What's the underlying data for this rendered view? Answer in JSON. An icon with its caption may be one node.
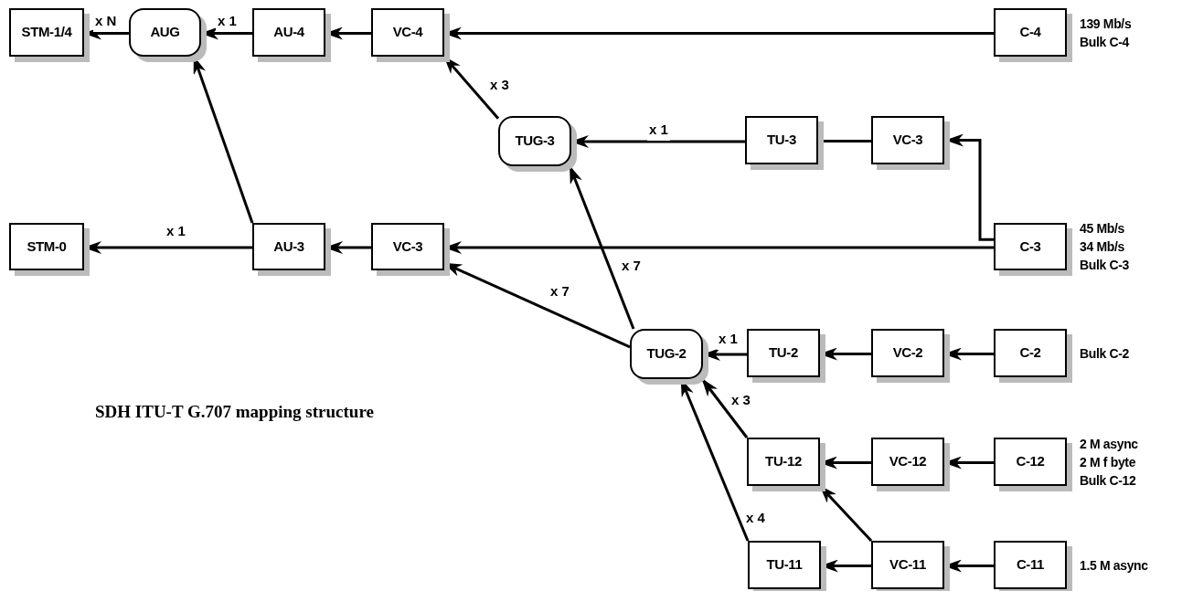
{
  "diagram": {
    "title": "SDH ITU-T G.707 mapping structure",
    "nodes": [
      {
        "text": [
          "STM-1/4"
        ]
      },
      {
        "text": [
          "AUG"
        ]
      },
      {
        "text": [
          "AU-4"
        ]
      },
      {
        "text": [
          "VC-4"
        ]
      },
      {
        "text": [
          "C-4"
        ],
        "beside": [
          "139 Mb/s",
          "Bulk C-4"
        ]
      },
      {
        "text": [
          "TUG-3"
        ]
      },
      {
        "text": [
          "TU-3"
        ]
      },
      {
        "text": [
          "VC-3"
        ]
      },
      {
        "text": [
          "STM-0"
        ]
      },
      {
        "text": [
          "AU-3"
        ]
      },
      {
        "text": [
          "VC-3"
        ]
      },
      {
        "text": [
          "C-3"
        ],
        "beside": [
          "45 Mb/s",
          "34 Mb/s",
          "Bulk C-3"
        ]
      },
      {
        "text": [
          "TUG-2"
        ]
      },
      {
        "text": [
          "TU-2"
        ]
      },
      {
        "text": [
          "VC-2"
        ]
      },
      {
        "text": [
          "C-2"
        ],
        "beside": [
          "Bulk C-2"
        ]
      },
      {
        "text": [
          "TU-12"
        ]
      },
      {
        "text": [
          "VC-12"
        ]
      },
      {
        "text": [
          "C-12"
        ],
        "beside": [
          "2 M async",
          "2 M f byte",
          "Bulk C-12"
        ]
      },
      {
        "text": [
          "TU-11"
        ]
      },
      {
        "text": [
          "VC-11"
        ]
      },
      {
        "text": [
          "C-11"
        ],
        "beside": [
          "1.5 M async"
        ]
      }
    ],
    "edges": [
      {
        "from": 1,
        "to": 0,
        "arrow": "to",
        "label": "x N"
      },
      {
        "from": 2,
        "to": 1,
        "arrow": "to",
        "label": "x 1"
      },
      {
        "from": 3,
        "to": 2,
        "arrow": "to"
      },
      {
        "from": 4,
        "to": 3,
        "arrow": "to"
      },
      {
        "from": 5,
        "to": 3,
        "arrow": "to",
        "label": "x 3"
      },
      {
        "from": 6,
        "to": 5,
        "arrow": "to",
        "label": "x 1"
      },
      {
        "from": 7,
        "to": 6,
        "arrow": "none"
      },
      {
        "from": 11,
        "to": 7,
        "arrow": "to"
      },
      {
        "from": 9,
        "to": 1,
        "arrow": "to"
      },
      {
        "from": 9,
        "to": 8,
        "arrow": "to",
        "label": "x 1"
      },
      {
        "from": 10,
        "to": 9,
        "arrow": "to"
      },
      {
        "from": 11,
        "to": 10,
        "arrow": "to"
      },
      {
        "from": 12,
        "to": 10,
        "arrow": "to",
        "label": "x 7"
      },
      {
        "from": 12,
        "to": 5,
        "arrow": "to",
        "label": "x 7"
      },
      {
        "from": 13,
        "to": 12,
        "arrow": "to",
        "label": "x 1"
      },
      {
        "from": 14,
        "to": 13,
        "arrow": "to"
      },
      {
        "from": 15,
        "to": 14,
        "arrow": "to"
      },
      {
        "from": 16,
        "to": 12,
        "arrow": "to",
        "label": "x 3"
      },
      {
        "from": 17,
        "to": 16,
        "arrow": "to"
      },
      {
        "from": 18,
        "to": 17,
        "arrow": "to"
      },
      {
        "from": 19,
        "to": 12,
        "arrow": "to",
        "label": "x 4"
      },
      {
        "from": 20,
        "to": 19,
        "arrow": "to"
      },
      {
        "from": 20,
        "to": 16,
        "arrow": "to"
      },
      {
        "from": 21,
        "to": 20,
        "arrow": "to"
      }
    ]
  }
}
